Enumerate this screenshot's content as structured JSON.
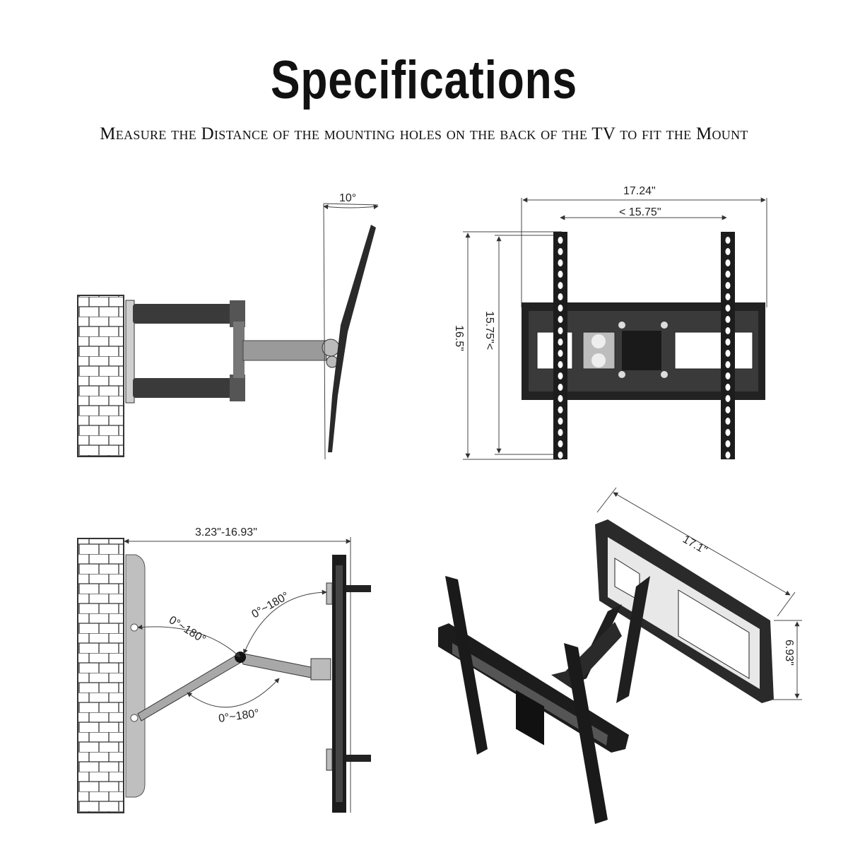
{
  "header": {
    "title": "Specifications",
    "subtitle": "Measure the Distance of the mounting holes on the back of the TV to fit the Mount"
  },
  "side_view": {
    "tilt_label": "10°"
  },
  "front_view": {
    "width_outer": "17.24\"",
    "width_inner": "< 15.75\"",
    "height_outer": "16.5\"",
    "height_inner": "15.75\"<"
  },
  "top_view": {
    "extension": "3.23\"-16.93\"",
    "swivel_1": "0°~180°",
    "swivel_2": "0°~180°",
    "swivel_3": "0°~180°"
  },
  "iso_view": {
    "plate_width": "17.1\"",
    "plate_height": "6.93\""
  },
  "colors": {
    "arm_dark": "#3a3a3a",
    "arm_grey": "#9a9a9a",
    "mount_black": "#1c1c1c"
  }
}
